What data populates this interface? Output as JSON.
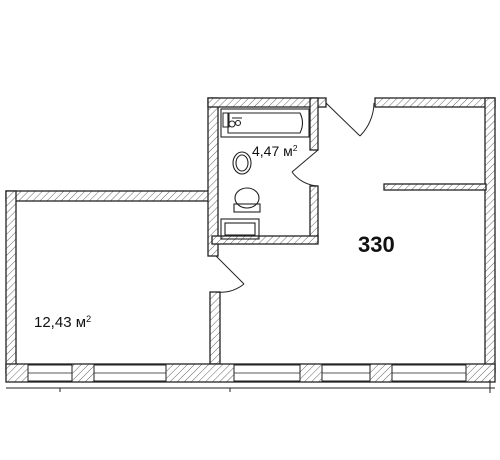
{
  "plan": {
    "unit_number": "330",
    "rooms": [
      {
        "id": "room",
        "area_value": "12,43",
        "area_unit": "м",
        "area_exp": "2"
      },
      {
        "id": "bathroom",
        "area_value": "4,47",
        "area_unit": "м",
        "area_exp": "2"
      }
    ]
  }
}
